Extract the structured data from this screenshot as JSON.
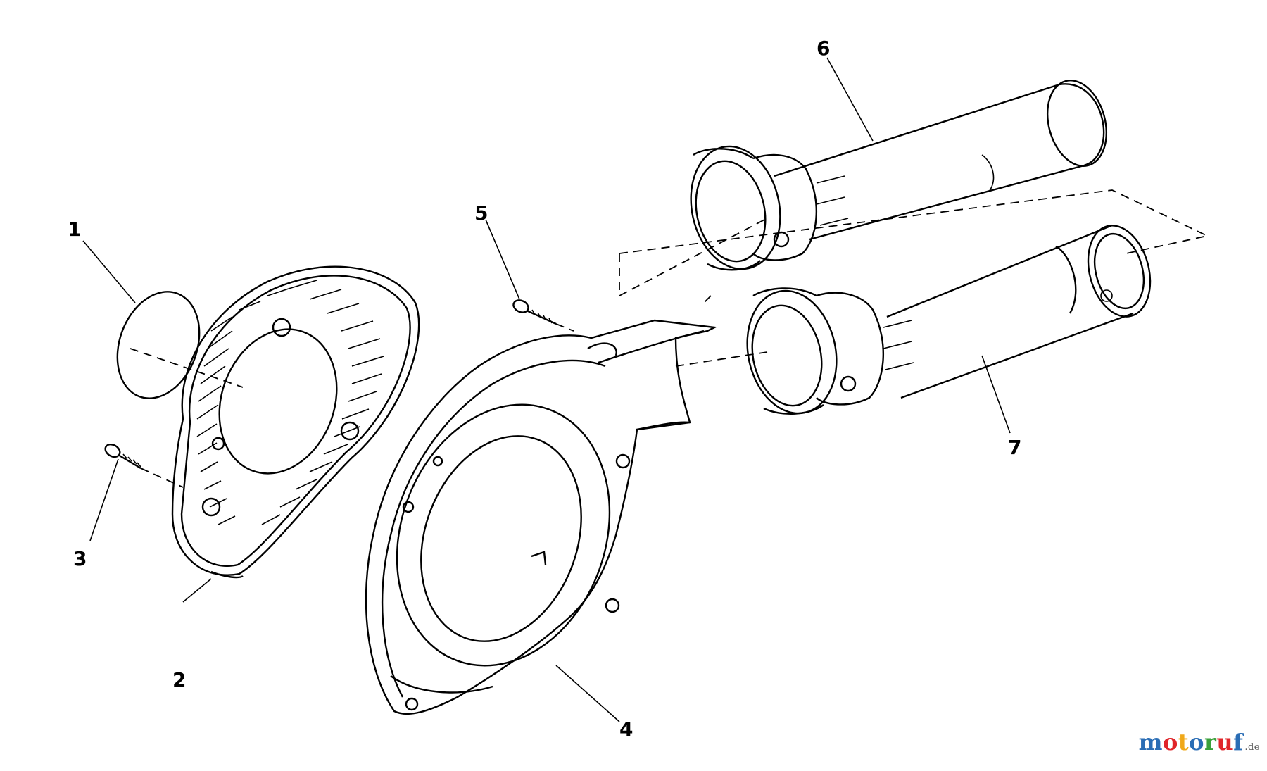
{
  "parts": [
    {
      "id": "1",
      "label": "1"
    },
    {
      "id": "2",
      "label": "2"
    },
    {
      "id": "3",
      "label": "3"
    },
    {
      "id": "4",
      "label": "4"
    },
    {
      "id": "5",
      "label": "5"
    },
    {
      "id": "6",
      "label": "6"
    },
    {
      "id": "7",
      "label": "7"
    }
  ],
  "watermark": {
    "name": "motoruf",
    "tld": ".de",
    "colors": {
      "m": "#2a6db5",
      "o1": "#e0242a",
      "t": "#f0a818",
      "o2": "#2a6db5",
      "r": "#3aa03a",
      "u": "#e0242a",
      "f": "#2a6db5"
    }
  }
}
